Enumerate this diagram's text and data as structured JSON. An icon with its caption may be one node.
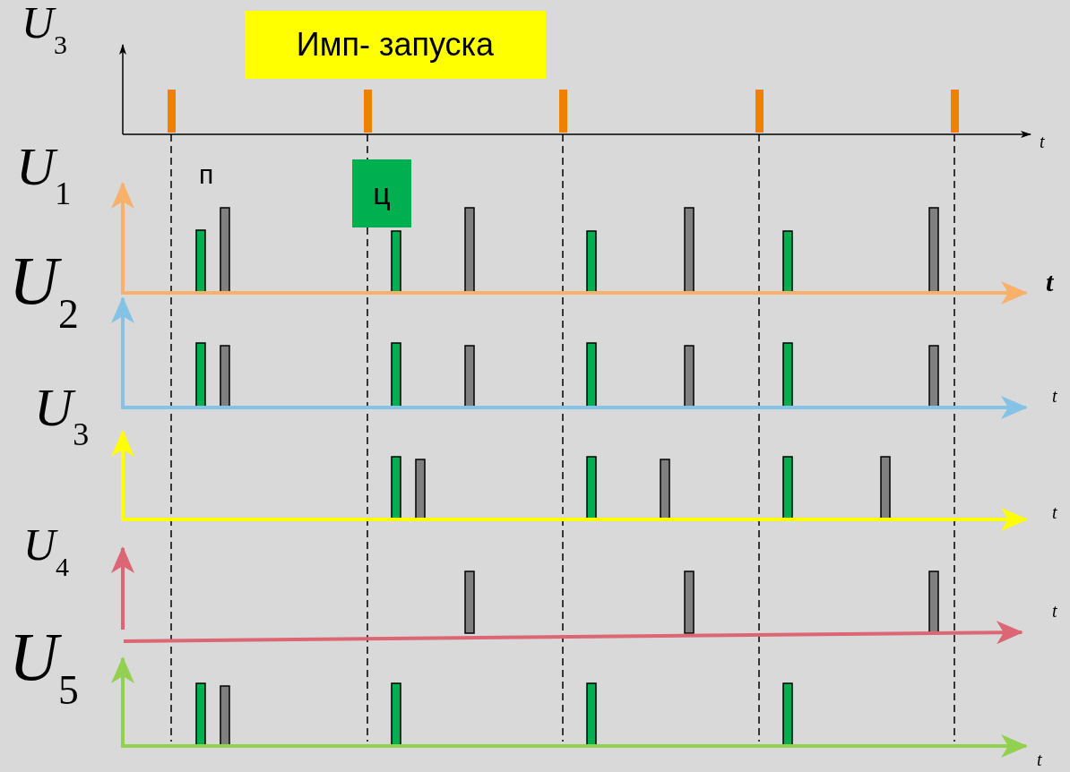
{
  "diagram": {
    "nodes": [
      {
        "text": [
          "Имп- запуска"
        ]
      },
      {
        "text": [
          "ц"
        ]
      }
    ],
    "labels": [
      "U$_{3}$",
      "t",
      "U$_{1}$",
      "п",
      "U$_{2}$",
      "t",
      "U$_{3}$",
      "t",
      "U$_{4}$",
      "t",
      "U$_{5}$",
      "t",
      "t"
    ]
  }
}
